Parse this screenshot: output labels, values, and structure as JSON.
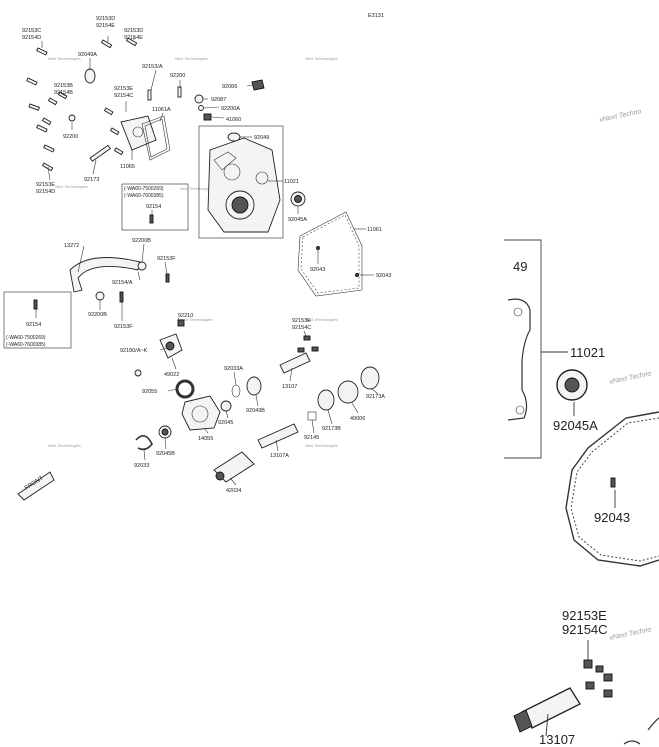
{
  "diagram": {
    "code": "E3131",
    "labels": {
      "l92153C_a": "92153C",
      "l92154D_a": "92154D",
      "l92153D_a": "92153D",
      "l92154E_a": "92154E",
      "l92153D_b": "92153D",
      "l92154E_b": "92154E",
      "l92049A": "92049A",
      "l92153A": "92153/A",
      "l92200_a": "92200",
      "l92066": "92066",
      "l92087": "92087",
      "l92200A": "92200A",
      "l41060": "41060",
      "l92153B": "92153B",
      "l92154B": "92154B",
      "l92153E_a": "92153E",
      "l92154C_a": "92154C",
      "l11061A": "11061A",
      "l92049": "92049",
      "l92200_b": "92200",
      "l11065": "11065",
      "l92173": "92173",
      "l92153E_b": "92153E",
      "l92154D_b": "92154D",
      "l11021": "11021",
      "lWA1": "(-WA60-7500269)",
      "lWA2": "(-WA60-7600385)",
      "l92154_a": "92154",
      "l92045A": "92045A",
      "l11061": "11061",
      "l13272": "13272",
      "l92200B_a": "92200B",
      "l92153F_a": "92153F",
      "l92043_a": "92043",
      "l92043_b": "92043",
      "l92154A": "92154/A",
      "l92154_b": "92154",
      "l92200B_b": "92200B",
      "l92153F_b": "92153F",
      "lWA3": "(-WA60-7500269)",
      "lWA4": "(-WA60-7600385)",
      "l92210": "92210",
      "l92153E_c": "92153E",
      "l92154C_b": "92154C",
      "l92180": "92180/A~K",
      "l49022": "49022",
      "l92033A": "92033A",
      "l13107_a": "13107",
      "l92055": "92055",
      "l92049B": "92049B",
      "l92173A": "92173A",
      "l49006": "49006",
      "l92045": "92045",
      "l14055": "14055",
      "l92173B": "92173B",
      "l92145": "92145",
      "l92045B": "92045B",
      "l92033": "92033",
      "l13107A": "13107A",
      "l42034": "42034",
      "lFront": "FRONT"
    },
    "zoom": {
      "l49": "49",
      "l11021": "11021",
      "l92045A": "92045A",
      "l92043": "92043",
      "l92153E": "92153E",
      "l92154C": "92154C",
      "l13107": "13107"
    },
    "watermark": "Next Technologies",
    "watermark_zoom": "vNext Techno"
  }
}
